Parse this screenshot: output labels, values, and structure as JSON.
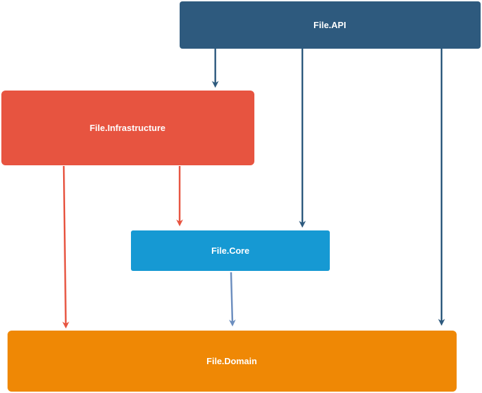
{
  "colors": {
    "api": "#2e5a7e",
    "infrastructure": "#e75440",
    "core": "#1699d3",
    "domain": "#ef8805",
    "core_to_domain_arrow": "#6c8ebf",
    "label": "#ffffff"
  },
  "nodes": {
    "api": {
      "label": "File.API"
    },
    "infrastructure": {
      "label": "File.Infrastructure"
    },
    "core": {
      "label": "File.Core"
    },
    "domain": {
      "label": "File.Domain"
    }
  },
  "edges": [
    {
      "from": "File.API",
      "to": "File.Infrastructure"
    },
    {
      "from": "File.API",
      "to": "File.Core"
    },
    {
      "from": "File.API",
      "to": "File.Domain"
    },
    {
      "from": "File.Infrastructure",
      "to": "File.Core"
    },
    {
      "from": "File.Infrastructure",
      "to": "File.Domain"
    },
    {
      "from": "File.Core",
      "to": "File.Domain"
    }
  ]
}
